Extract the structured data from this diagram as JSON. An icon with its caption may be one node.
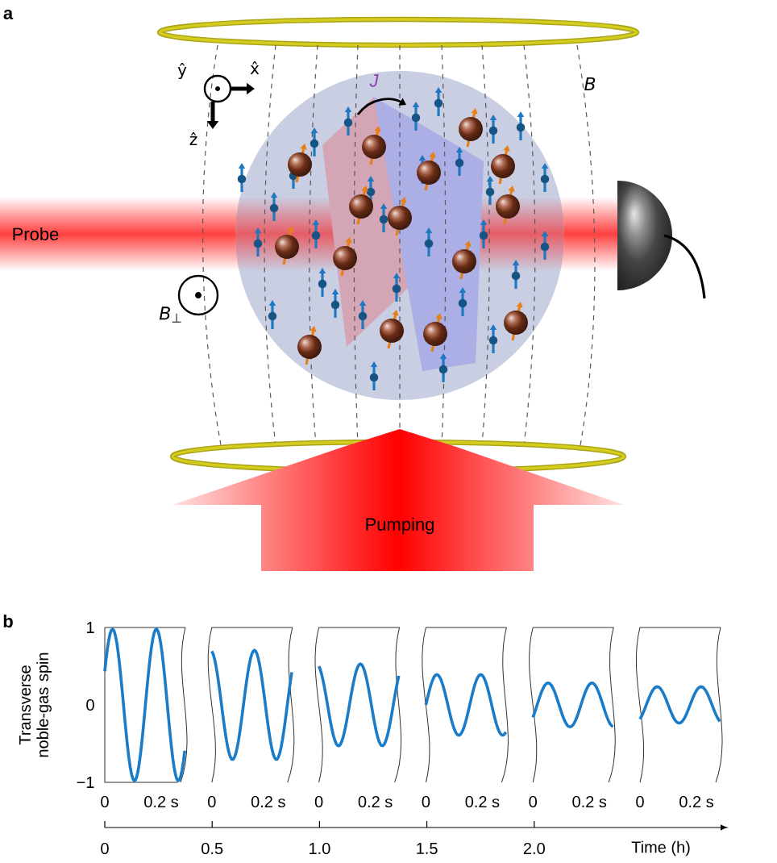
{
  "diagram": {
    "nodes": [
      {
        "text": [
          "Probe"
        ]
      },
      {
        "text": [
          "Pumping"
        ]
      }
    ],
    "labels": [
      "a",
      "ŷ",
      "x̂",
      "ẑ",
      "J",
      "B",
      "B$_{⊥}$",
      "b",
      "1",
      "0",
      "−1",
      "Transverse noble-gas spin",
      "0",
      "0.2 s",
      "0",
      "0.2 s",
      "0",
      "0.2 s",
      "0",
      "0.2 s",
      "0",
      "0.2 s",
      "0",
      "0.2 s",
      "0",
      "0.5",
      "1.0",
      "1.5",
      "2.0",
      "Time (h)"
    ]
  }
}
